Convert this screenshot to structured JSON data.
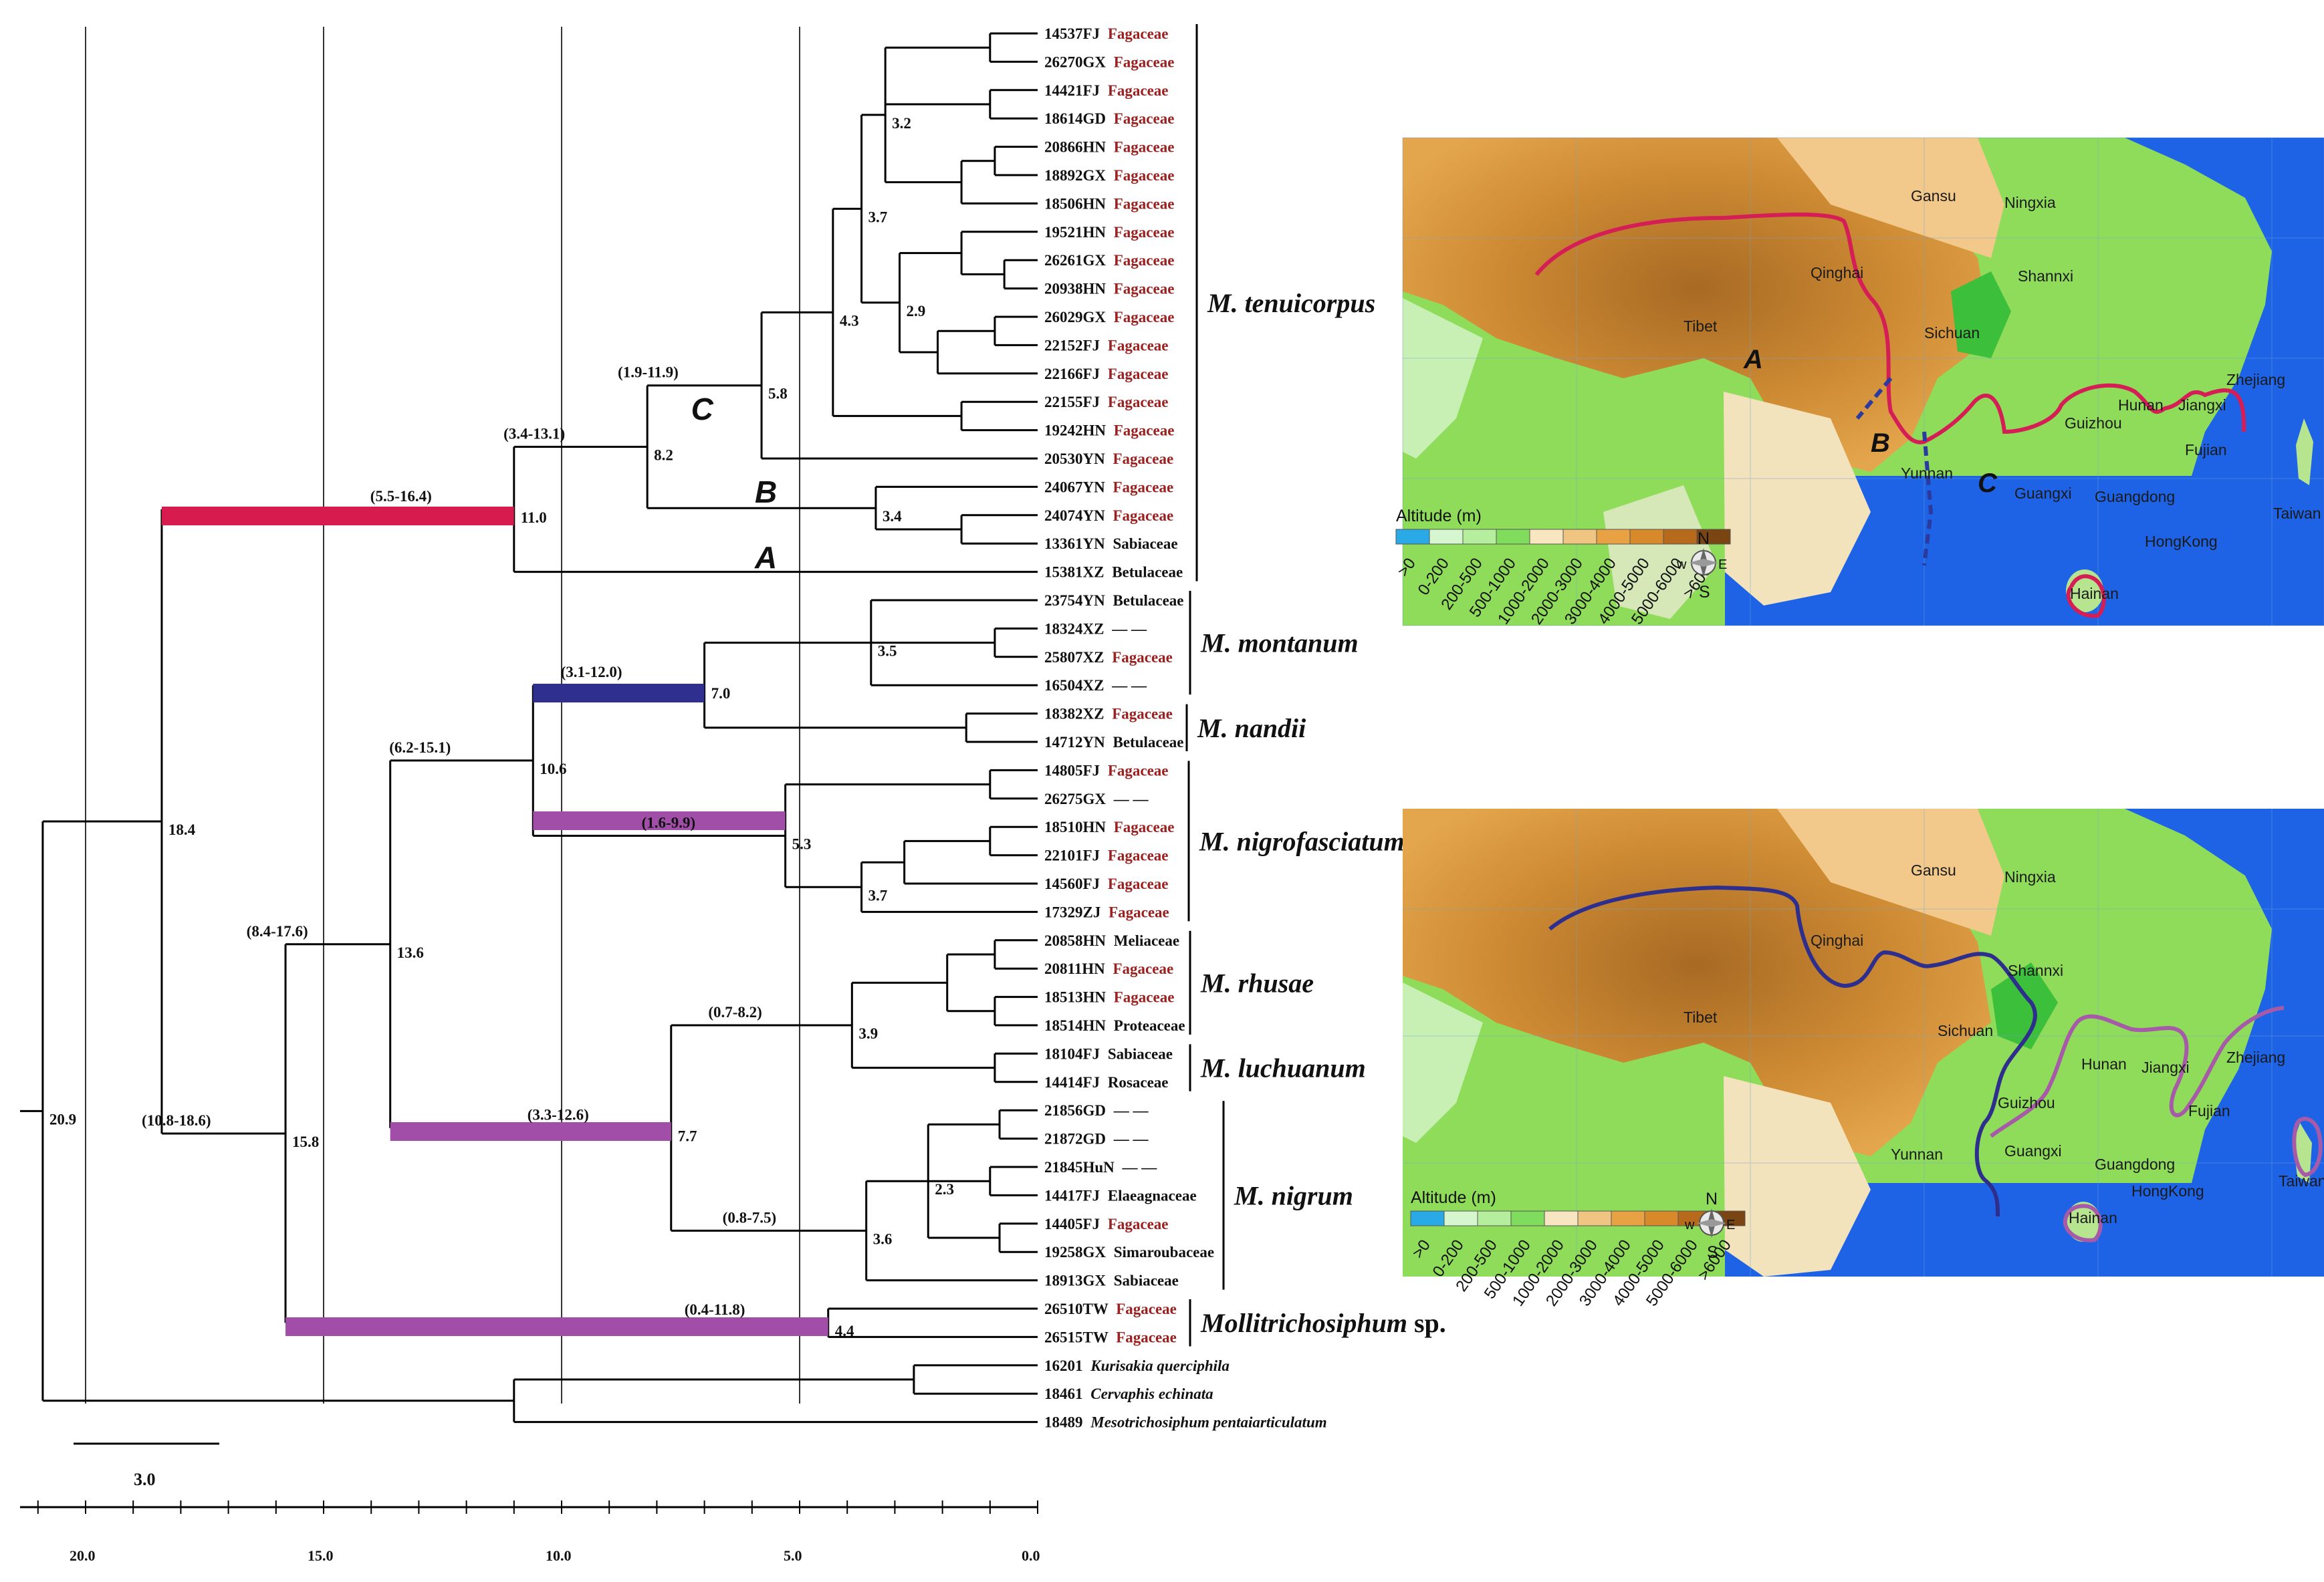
{
  "tree": {
    "tips": [
      {
        "code": "14537FJ",
        "host": "Fagaceae"
      },
      {
        "code": "26270GX",
        "host": "Fagaceae"
      },
      {
        "code": "14421FJ",
        "host": "Fagaceae"
      },
      {
        "code": "18614GD",
        "host": "Fagaceae"
      },
      {
        "code": "20866HN",
        "host": "Fagaceae"
      },
      {
        "code": "18892GX",
        "host": "Fagaceae"
      },
      {
        "code": "18506HN",
        "host": "Fagaceae"
      },
      {
        "code": "19521HN",
        "host": "Fagaceae"
      },
      {
        "code": "26261GX",
        "host": "Fagaceae"
      },
      {
        "code": "20938HN",
        "host": "Fagaceae"
      },
      {
        "code": "26029GX",
        "host": "Fagaceae"
      },
      {
        "code": "22152FJ",
        "host": "Fagaceae"
      },
      {
        "code": "22166FJ",
        "host": "Fagaceae"
      },
      {
        "code": "22155FJ",
        "host": "Fagaceae"
      },
      {
        "code": "19242HN",
        "host": "Fagaceae"
      },
      {
        "code": "20530YN",
        "host": "Fagaceae"
      },
      {
        "code": "24067YN",
        "host": "Fagaceae"
      },
      {
        "code": "24074YN",
        "host": "Fagaceae"
      },
      {
        "code": "13361YN",
        "host": "Sabiaceae"
      },
      {
        "code": "15381XZ",
        "host": "Betulaceae"
      },
      {
        "code": "23754YN",
        "host": "Betulaceae"
      },
      {
        "code": "18324XZ",
        "host": "— —"
      },
      {
        "code": "25807XZ",
        "host": "Fagaceae"
      },
      {
        "code": "16504XZ",
        "host": "— —"
      },
      {
        "code": "18382XZ",
        "host": "Fagaceae"
      },
      {
        "code": "14712YN",
        "host": "Betulaceae"
      },
      {
        "code": "14805FJ",
        "host": "Fagaceae"
      },
      {
        "code": "26275GX",
        "host": "— —"
      },
      {
        "code": "18510HN",
        "host": "Fagaceae"
      },
      {
        "code": "22101FJ",
        "host": "Fagaceae"
      },
      {
        "code": "14560FJ",
        "host": "Fagaceae"
      },
      {
        "code": "17329ZJ",
        "host": "Fagaceae"
      },
      {
        "code": "20858HN",
        "host": "Meliaceae"
      },
      {
        "code": "20811HN",
        "host": "Fagaceae"
      },
      {
        "code": "18513HN",
        "host": "Fagaceae"
      },
      {
        "code": "18514HN",
        "host": "Proteaceae"
      },
      {
        "code": "18104FJ",
        "host": "Sabiaceae"
      },
      {
        "code": "14414FJ",
        "host": "Rosaceae"
      },
      {
        "code": "21856GD",
        "host": "— —"
      },
      {
        "code": "21872GD",
        "host": "— —"
      },
      {
        "code": "21845HuN",
        "host": "— —"
      },
      {
        "code": "14417FJ",
        "host": "Elaeagnaceae"
      },
      {
        "code": "14405FJ",
        "host": "Fagaceae"
      },
      {
        "code": "19258GX",
        "host": "Simaroubaceae"
      },
      {
        "code": "18913GX",
        "host": "Sabiaceae"
      },
      {
        "code": "26510TW",
        "host": "Fagaceae"
      },
      {
        "code": "26515TW",
        "host": "Fagaceae"
      },
      {
        "code": "16201",
        "host": "Kurisakia querciphila"
      },
      {
        "code": "18461",
        "host": "Cervaphis echinata"
      },
      {
        "code": "18489",
        "host": "Mesotrichosiphum pentaiarticulatum"
      }
    ],
    "clades": [
      {
        "name": "M. tenuicorpus",
        "suffix": ""
      },
      {
        "name": "M. montanum",
        "suffix": ""
      },
      {
        "name": "M. nandii",
        "suffix": ""
      },
      {
        "name": "M. nigrofasciatum",
        "suffix": ""
      },
      {
        "name": "M. rhusae",
        "suffix": ""
      },
      {
        "name": "M. luchuanum",
        "suffix": ""
      },
      {
        "name": "M. nigrum",
        "suffix": ""
      },
      {
        "name": "Mollitrichosiphum",
        "suffix": " sp."
      }
    ],
    "node_labels": [
      "3.2",
      "3.7",
      "2.9",
      "4.3",
      "5.8",
      "8.2",
      "11.0",
      "3.4",
      "18.4",
      "20.9",
      "3.5",
      "7.0",
      "10.6",
      "5.3",
      "3.7",
      "13.6",
      "3.9",
      "7.7",
      "2.3",
      "3.6",
      "15.8",
      "4.4"
    ],
    "interval_labels": [
      "(1.9-11.9)",
      "(3.4-13.1)",
      "(5.5-16.4)",
      "(3.1-12.0)",
      "(6.2-15.1)",
      "(1.6-9.9)",
      "(8.4-17.6)",
      "(0.7-8.2)",
      "(3.3-12.6)",
      "(0.8-7.5)",
      "(10.8-18.6)",
      "(0.4-11.8)"
    ],
    "lineage_letters": [
      "C",
      "B",
      "A"
    ],
    "host_colors": {
      "Fagaceae": "#9b2020",
      "other": "#111111"
    },
    "bar_colors": {
      "red": "#d81b4f",
      "blue": "#2f2f8f",
      "purple": "#a04ea8"
    },
    "scale_label": "3.0",
    "axis_ticks": [
      "20.0",
      "15.0",
      "10.0",
      "5.0",
      "0.0"
    ]
  },
  "maps": [
    {
      "provinces": [
        "Gansu",
        "Ningxia",
        "Qinghai",
        "Shannxi",
        "Tibet",
        "Sichuan",
        "Zhejiang",
        "Hunan",
        "Jiangxi",
        "Guizhou",
        "Fujian",
        "Yunnan",
        "Guangxi",
        "Guangdong",
        "Taiwan",
        "HongKong",
        "Hainan"
      ],
      "route_letters": [
        "A",
        "B",
        "C"
      ]
    },
    {
      "provinces": [
        "Gansu",
        "Ningxia",
        "Qinghai",
        "Shannxi",
        "Tibet",
        "Sichuan",
        "Zhejiang",
        "Hunan",
        "Jiangxi",
        "Fujian",
        "Guizhou",
        "Yunnan",
        "Guangxi",
        "Guangdong",
        "Taiwan",
        "HongKong",
        "Hainan"
      ],
      "route_letters": []
    }
  ],
  "legend": {
    "title": "Altitude (m)",
    "classes": [
      ">0",
      "0-200",
      "200-500",
      "500-1000",
      "1000-2000",
      "2000-3000",
      "3000-4000",
      "4000-5000",
      "5000-6000",
      ">6000"
    ],
    "colors": [
      "#29a9e6",
      "#d5f6cf",
      "#b5ee9c",
      "#7fdc5c",
      "#f7e6c0",
      "#f0c581",
      "#e8a243",
      "#d88a2b",
      "#b86a1c",
      "#7a4513"
    ]
  },
  "compass": {
    "n": "N",
    "s": "S",
    "e": "E",
    "w": "W"
  }
}
